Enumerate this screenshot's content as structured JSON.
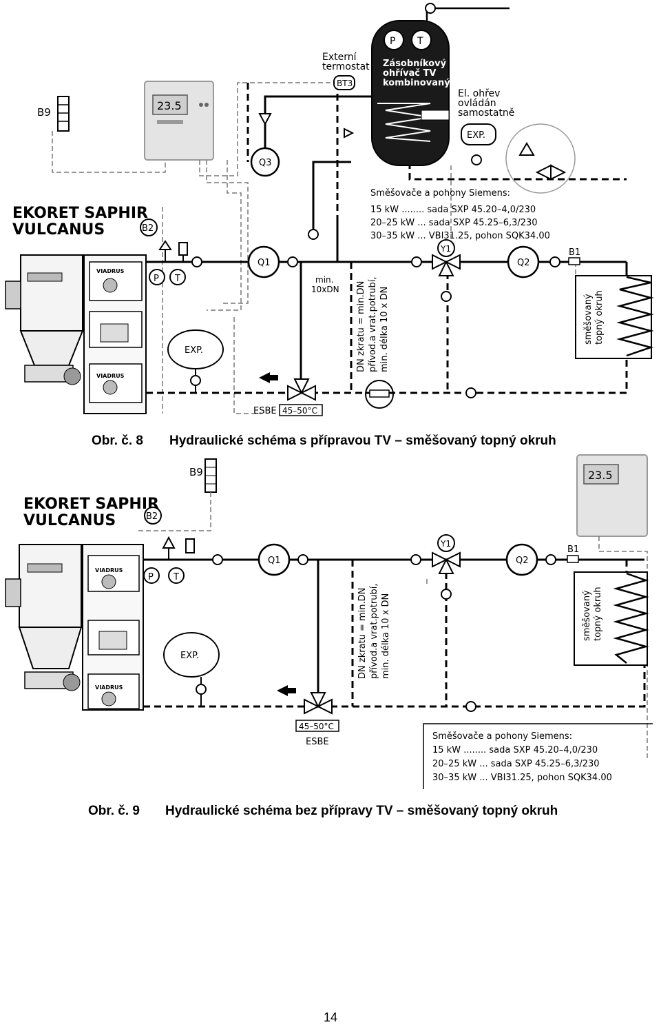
{
  "figure8": {
    "boiler_name_line1": "EKORET SAPHIR",
    "boiler_name_line2": "VULCANUS",
    "brand": "VIADRUS",
    "controller_display": "23.5",
    "sensor_b9": "B9",
    "sensor_b2": "B2",
    "sensor_bt3": "BT3",
    "sensor_b1": "B1",
    "ext_thermostat_line1": "Externí",
    "ext_thermostat_line2": "termostat",
    "tank_p": "P",
    "tank_t": "T",
    "tank_line1": "Zásobníkový",
    "tank_line2": "ohřívač TV",
    "tank_line3": "kombinovaný",
    "el_heat_line1": "El. ohřev",
    "el_heat_line2": "ovládán",
    "el_heat_line3": "samostatně",
    "exp_label": "EXP.",
    "pump_q1": "Q1",
    "pump_q2": "Q2",
    "pump_q3": "Q3",
    "valve_y1": "Y1",
    "gauge_p": "P",
    "gauge_t": "T",
    "mixers_title": "Směšovače a pohony Siemens:",
    "mixers_row1": "15 kW ........ sada SXP 45.20–4,0/230",
    "mixers_row2": "20–25 kW ... sada SXP 45.25–6,3/230",
    "mixers_row3": "30–35 kW ... VBI31.25, pohon SQK34.00",
    "min_line1": "min.",
    "min_line2": "10xDN",
    "dn_line1": "DN zkratu = min.DN",
    "dn_line2": "přívod.a vrat.potrubí,",
    "dn_line3": "min. délka 10 x DN",
    "circuit_line1": "směšovaný",
    "circuit_line2": "topný okruh",
    "esbe": "ESBE",
    "esbe_temp": "45–50°C",
    "caption_num": "Obr. č. 8",
    "caption_text": "Hydraulické schéma s přípravou TV – směšovaný topný okruh"
  },
  "figure9": {
    "boiler_name_line1": "EKORET SAPHIR",
    "boiler_name_line2": "VULCANUS",
    "brand": "VIADRUS",
    "controller_display": "23.5",
    "sensor_b9": "B9",
    "sensor_b2": "B2",
    "sensor_b1": "B1",
    "exp_label": "EXP.",
    "pump_q1": "Q1",
    "pump_q2": "Q2",
    "valve_y1": "Y1",
    "gauge_p": "P",
    "gauge_t": "T",
    "dn_line1": "DN zkratu = min.DN",
    "dn_line2": "přívod.a vrat.potrubí,",
    "dn_line3": "min. délka 10 x DN",
    "circuit_line1": "směšovaný",
    "circuit_line2": "topný okruh",
    "esbe": "ESBE",
    "esbe_temp": "45–50°C",
    "mixers_title": "Směšovače a pohony Siemens:",
    "mixers_row1": "15 kW ........ sada SXP 45.20–4,0/230",
    "mixers_row2": "20–25 kW ... sada SXP 45.25–6,3/230",
    "mixers_row3": "30–35 kW ... VBI31.25, pohon SQK34.00",
    "caption_num": "Obr. č. 9",
    "caption_text": "Hydraulické schéma bez přípravy TV – směšovaný topný okruh"
  },
  "page_number": "14"
}
